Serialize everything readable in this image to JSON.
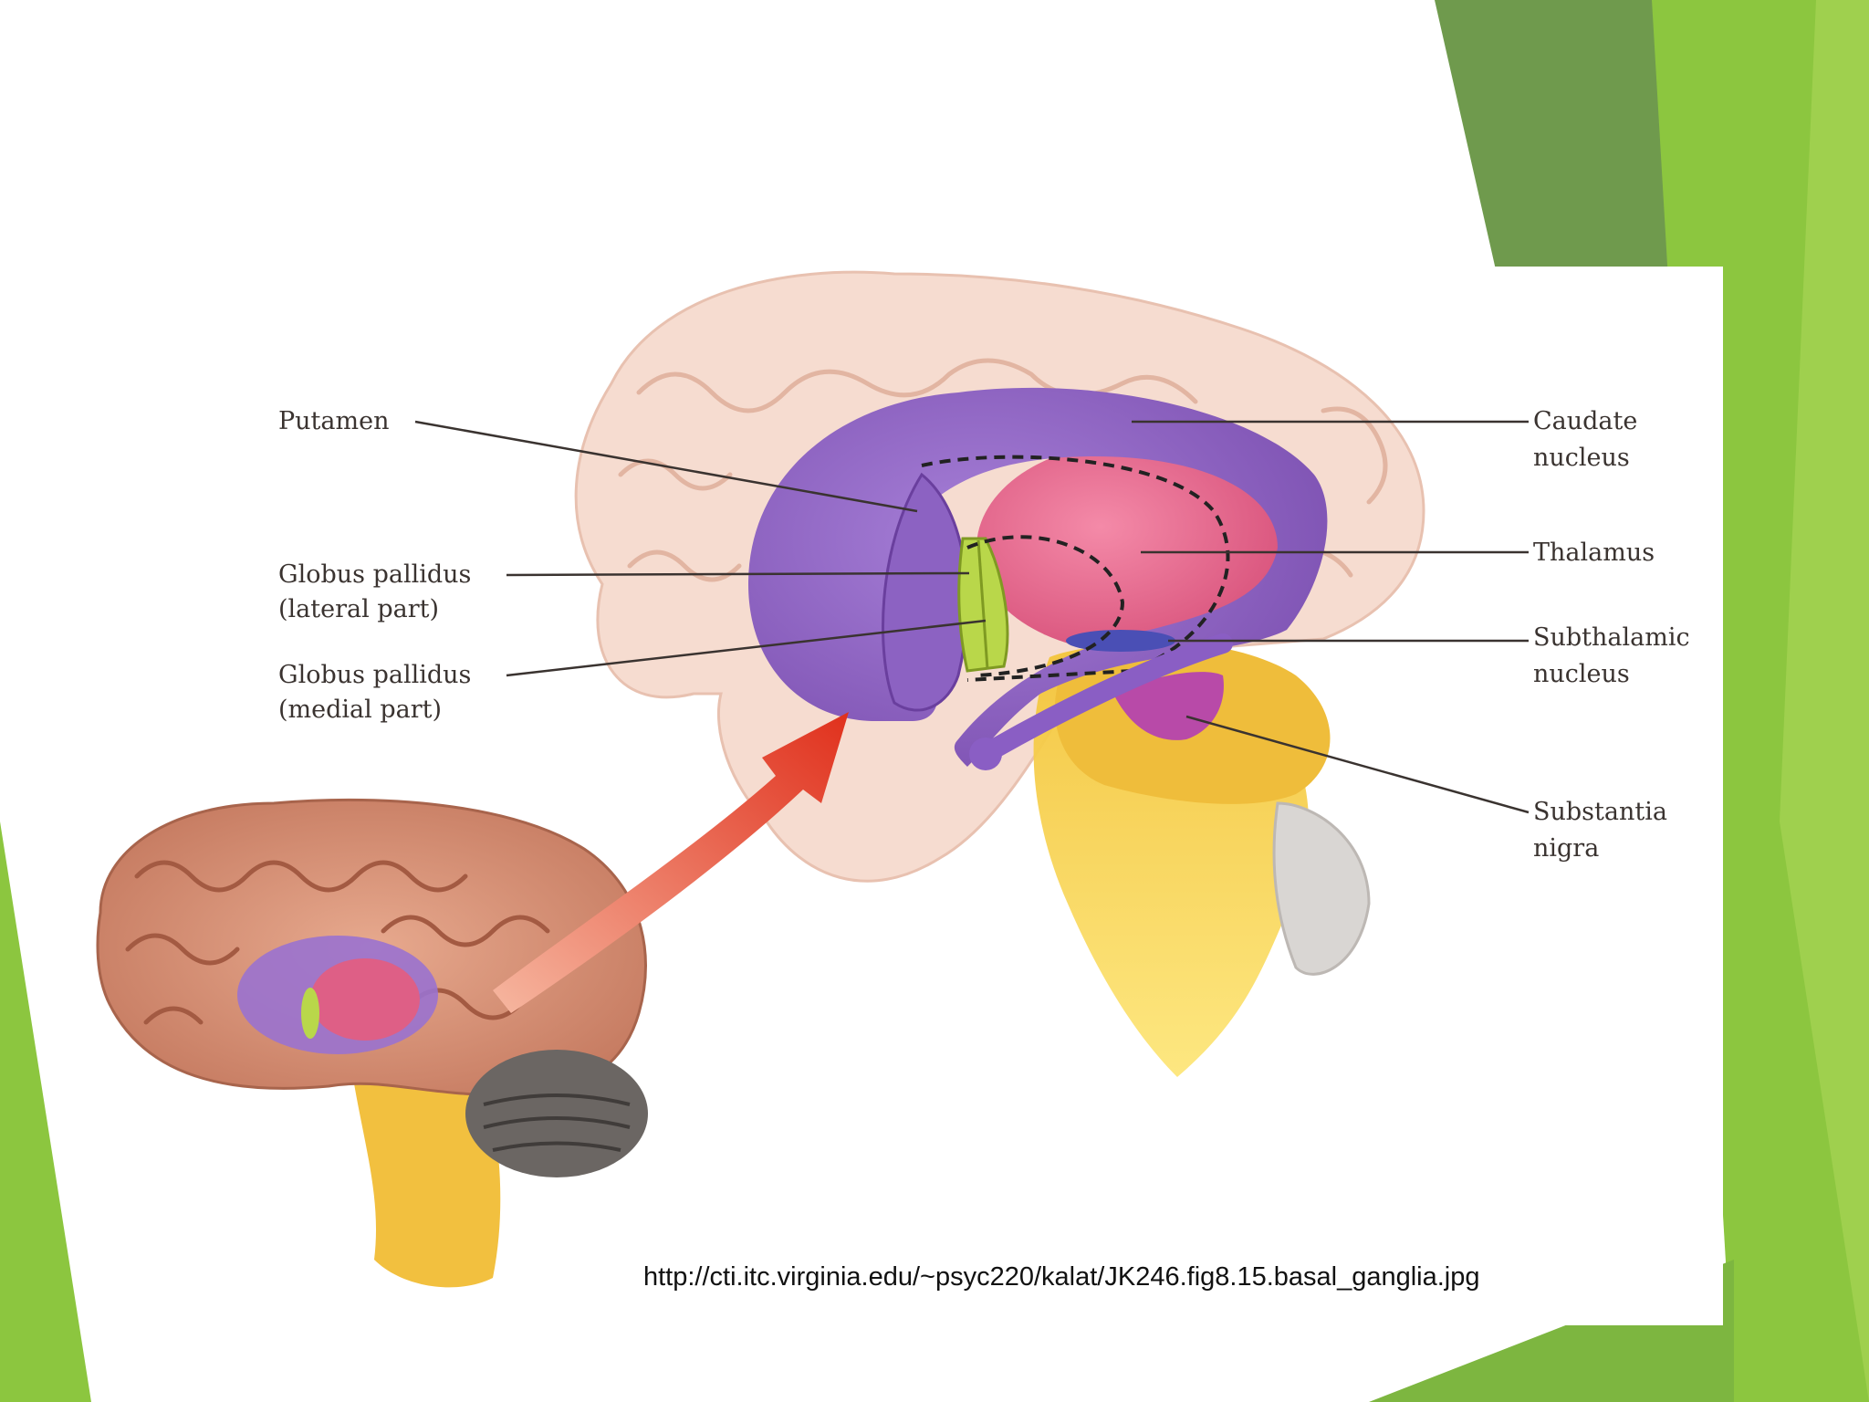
{
  "theme": {
    "green_dark": "#6f9a4d",
    "green_mid": "#7db640",
    "green_light": "#8cc63f"
  },
  "diagram": {
    "labels": {
      "putamen": "Putamen",
      "gp_lateral_1": "Globus pallidus",
      "gp_lateral_2": "(lateral part)",
      "gp_medial_1": "Globus pallidus",
      "gp_medial_2": "(medial part)",
      "caudate_1": "Caudate",
      "caudate_2": "nucleus",
      "thalamus": "Thalamus",
      "subthalamic_1": "Subthalamic",
      "subthalamic_2": "nucleus",
      "substantia_1": "Substantia",
      "substantia_2": "nigra"
    },
    "source_url": "http://cti.itc.virginia.edu/~psyc220/kalat/JK246.fig8.15.basal_ganglia.jpg"
  }
}
